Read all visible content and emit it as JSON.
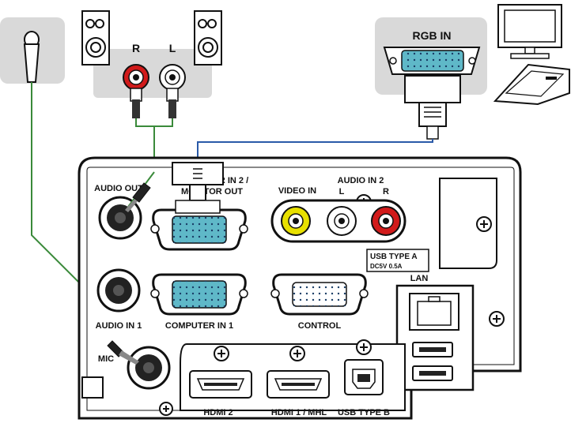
{
  "speakers": {
    "right_label": "R",
    "left_label": "L"
  },
  "monitor": {
    "input_label": "RGB IN"
  },
  "panel": {
    "audio_out": "AUDIO OUT",
    "computer_in_2_line1": "COMPUTER IN 2 /",
    "computer_in_2_line2": "MONITOR OUT",
    "video_in": "VIDEO IN",
    "audio_in_2": "AUDIO IN 2",
    "audio_in_2_left": "L",
    "audio_in_2_right": "R",
    "usb_type_a": "USB TYPE A",
    "usb_power": "DC5V 0.5A",
    "lan": "LAN",
    "audio_in_1": "AUDIO IN 1",
    "computer_in_1": "COMPUTER IN 1",
    "control": "CONTROL",
    "mic": "MIC",
    "hdmi_2": "HDMI 2",
    "hdmi_1": "HDMI 1 / MHL",
    "usb_type_b": "USB TYPE B"
  },
  "colors": {
    "panel_gray": "#d9d9d9",
    "audio_cable": "#3a8a3a",
    "vga_cable": "#2a5aa8",
    "vga_port": "#5fb8c8",
    "rca_red": "#d11a1a",
    "rca_yellow": "#e8e000",
    "rca_white": "#ffffff"
  }
}
